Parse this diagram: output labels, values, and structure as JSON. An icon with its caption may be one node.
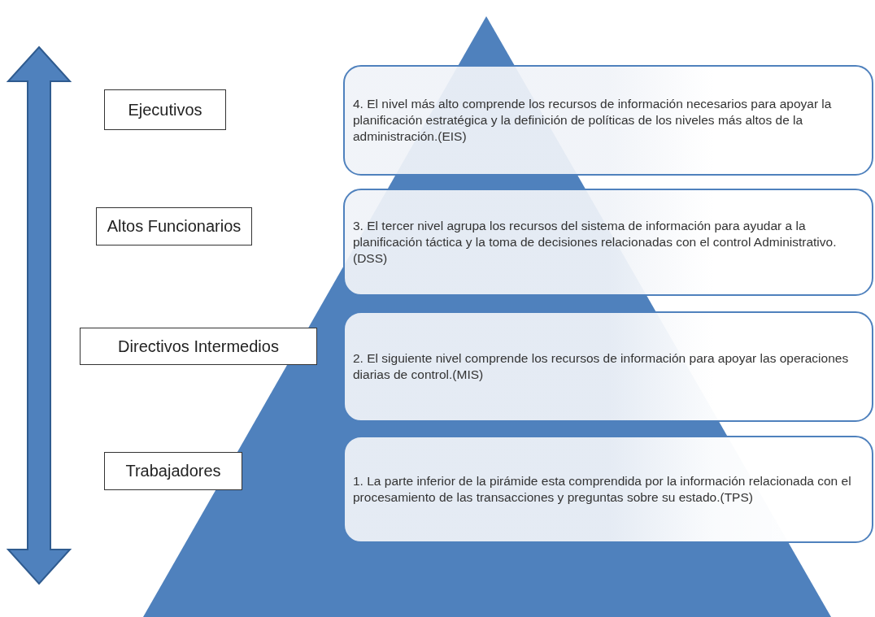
{
  "diagram": {
    "nodes": [
      {
        "text": [
          "Ejecutivos"
        ]
      },
      {
        "text": [
          "4. El nivel más alto comprende los recursos de información necesarios para apoyar la planificación estratégica y la definición de políticas de los niveles más altos de la administración.(EIS)"
        ]
      },
      {
        "text": [
          "Altos Funcionarios"
        ]
      },
      {
        "text": [
          "3. El tercer nivel agrupa los recursos del sistema de información para ayudar a la planificación táctica y la toma de decisiones relacionadas con el control Administrativo.(DSS)"
        ]
      },
      {
        "text": [
          "Directivos Intermedios"
        ]
      },
      {
        "text": [
          "2. El siguiente nivel comprende los recursos de información para apoyar las operaciones diarias de control.(MIS)"
        ]
      },
      {
        "text": [
          "Trabajadores"
        ]
      },
      {
        "text": [
          "1. La parte inferior de la pirámide esta comprendida por la información relacionada con el procesamiento de las transacciones y preguntas sobre su estado.(TPS)"
        ]
      }
    ]
  }
}
